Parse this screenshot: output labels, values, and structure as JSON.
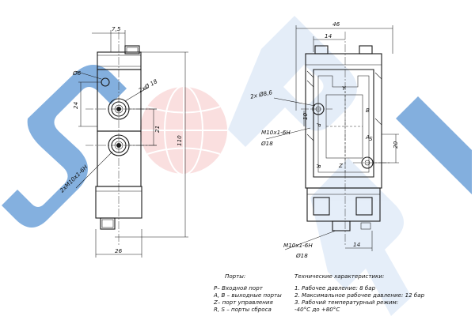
{
  "watermark": {
    "letters": [
      "S",
      "P",
      "R",
      "L"
    ],
    "blue": "#1f6fc4",
    "red": "#e63a3a",
    "light_blue": "#cfe0f4",
    "light_red": "#f6c6c6"
  },
  "left_view": {
    "dims": {
      "top_width": "7,5",
      "hole_dia": "Ø6",
      "port_dia": "2xØ 18",
      "spacing_24": "24",
      "spacing_21": "21",
      "height_110": "110",
      "thread": "2xM10x1-6H",
      "width_26": "26"
    }
  },
  "right_view": {
    "dims": {
      "width_46": "46",
      "width_14_top": "14",
      "holes": "2x Ø8,6",
      "dim_10": "10",
      "thread": "M10x1-6H",
      "dia_18": "Ø18",
      "dim_20": "20",
      "thread_bottom": "M10x1-6H",
      "dia_18_bottom": "Ø18",
      "width_14_bottom": "14"
    },
    "port_labels": {
      "y": "Y",
      "b": "B",
      "p": "P",
      "a": "A",
      "r": "R",
      "z": "Z",
      "s": "S"
    }
  },
  "legend_ports": {
    "title": "Порты:",
    "items": [
      "P– Входной порт",
      "A, B – выходные порты",
      "Z– порт управления",
      "R, S – порты сброса"
    ]
  },
  "legend_specs": {
    "title": "Технические характеристики:",
    "items": [
      "1. Рабочее давление: 8 бар",
      "2. Максимальное рабочее давление: 12 бар",
      "3. Рабочий температурный режим:",
      "-40°С до +80°С"
    ]
  }
}
